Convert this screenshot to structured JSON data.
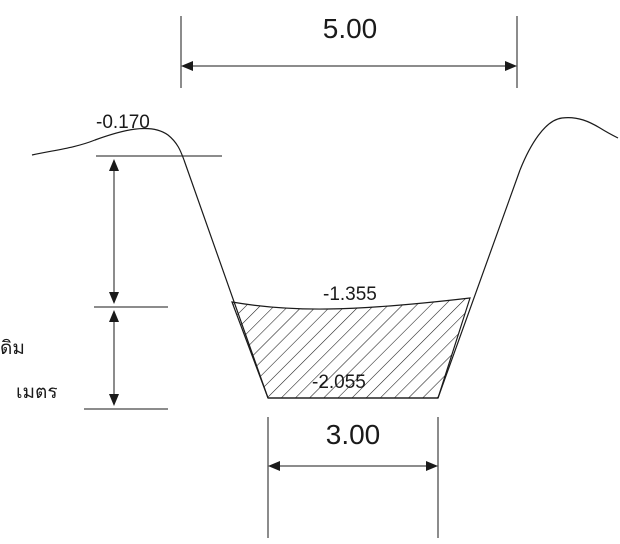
{
  "dimensions": {
    "top_width": "5.00",
    "bottom_width": "3.00"
  },
  "levels": {
    "bank_top": "-0.170",
    "water_surface": "-1.355",
    "bed": "-2.055"
  },
  "labels": {
    "thai_line1": "ดิม",
    "thai_line2": "เมตร"
  },
  "colors": {
    "line": "#1a1a1a",
    "background": "#ffffff"
  }
}
